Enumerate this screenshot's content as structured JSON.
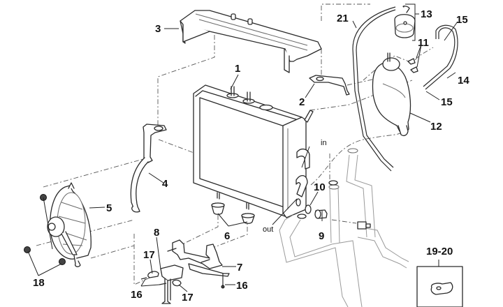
{
  "diagram": {
    "title": "Radiator / cooling system exploded view",
    "colors": {
      "background": "#ffffff",
      "line": "#2a2a2a",
      "text": "#111111"
    },
    "callouts": [
      {
        "id": "1",
        "label": "1",
        "part": "radiator"
      },
      {
        "id": "2",
        "label": "2",
        "part": "radiator-bracket-upper-right"
      },
      {
        "id": "3",
        "label": "3",
        "part": "upper-shroud"
      },
      {
        "id": "4",
        "label": "4",
        "part": "left-bracket"
      },
      {
        "id": "5",
        "label": "5",
        "part": "cooling-fan"
      },
      {
        "id": "6",
        "label": "6",
        "part": "rubber-grommets"
      },
      {
        "id": "7",
        "label": "7",
        "part": "lower-mount-bracket"
      },
      {
        "id": "8",
        "label": "8",
        "part": "support-plate"
      },
      {
        "id": "9",
        "label": "9",
        "part": "thermo-switch"
      },
      {
        "id": "10",
        "label": "10",
        "part": "o-ring"
      },
      {
        "id": "11",
        "label": "11",
        "part": "screws"
      },
      {
        "id": "12",
        "label": "12",
        "part": "expansion-tank"
      },
      {
        "id": "13",
        "label": "13",
        "part": "tank-cap"
      },
      {
        "id": "14",
        "label": "14",
        "part": "overflow-hose"
      },
      {
        "id": "15a",
        "label": "15",
        "part": "hose-clamp-upper"
      },
      {
        "id": "15b",
        "label": "15",
        "part": "hose-clamp-lower"
      },
      {
        "id": "16a",
        "label": "16",
        "part": "bolts-left"
      },
      {
        "id": "16b",
        "label": "16",
        "part": "bolt-right"
      },
      {
        "id": "17a",
        "label": "17",
        "part": "rubber-pad-left"
      },
      {
        "id": "17b",
        "label": "17",
        "part": "rubber-pad-right"
      },
      {
        "id": "18",
        "label": "18",
        "part": "fan-nuts"
      },
      {
        "id": "19-20",
        "label": "19-20",
        "part": "hose-clip"
      },
      {
        "id": "21",
        "label": "21",
        "part": "breather-hose"
      }
    ],
    "flow_labels": {
      "in": "in",
      "out": "out"
    }
  }
}
